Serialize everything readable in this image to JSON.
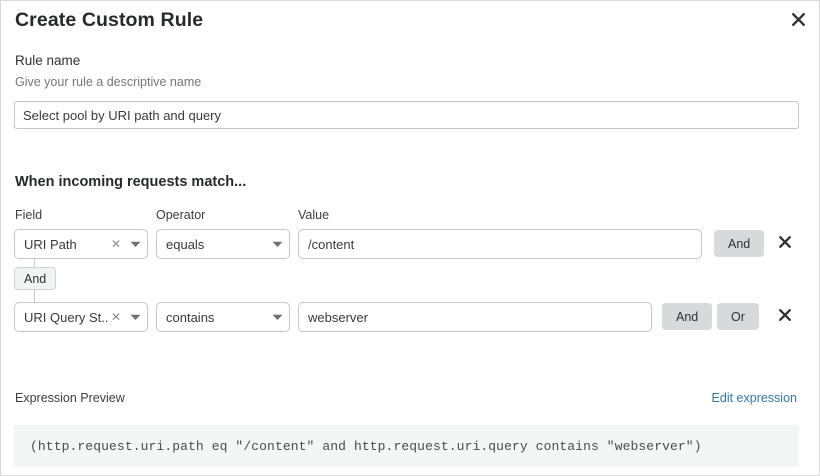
{
  "modal": {
    "title": "Create Custom Rule",
    "close_icon": "close-icon"
  },
  "rule_name": {
    "label": "Rule name",
    "hint": "Give your rule a descriptive name",
    "value": "Select pool by URI path and query",
    "placeholder": "Give your rule a descriptive name"
  },
  "match_section": {
    "heading": "When incoming requests match...",
    "columns": {
      "field": "Field",
      "operator": "Operator",
      "value": "Value"
    },
    "connector": {
      "label": "And"
    },
    "rows": [
      {
        "field": "URI Path",
        "operator": "equals",
        "value": "/content",
        "value_placeholder": "Value",
        "clear_icon": "clear-icon",
        "caret_icon": "chevron-down-icon",
        "buttons": [
          "And"
        ],
        "remove_icon": "close-icon"
      },
      {
        "field": "URI Query St...",
        "operator": "contains",
        "value": "webserver",
        "value_placeholder": "Value",
        "clear_icon": "clear-icon",
        "caret_icon": "chevron-down-icon",
        "buttons": [
          "And",
          "Or"
        ],
        "remove_icon": "close-icon"
      }
    ]
  },
  "expression_preview": {
    "label": "Expression Preview",
    "edit_link": "Edit expression",
    "expression": "(http.request.uri.path eq \"/content\" and http.request.uri.query contains \"webserver\")"
  },
  "colors": {
    "link": "#3277a8",
    "logic_button_bg": "#d7d9da",
    "expression_bg": "#f4f5f5",
    "border": "#c4c6c8"
  }
}
